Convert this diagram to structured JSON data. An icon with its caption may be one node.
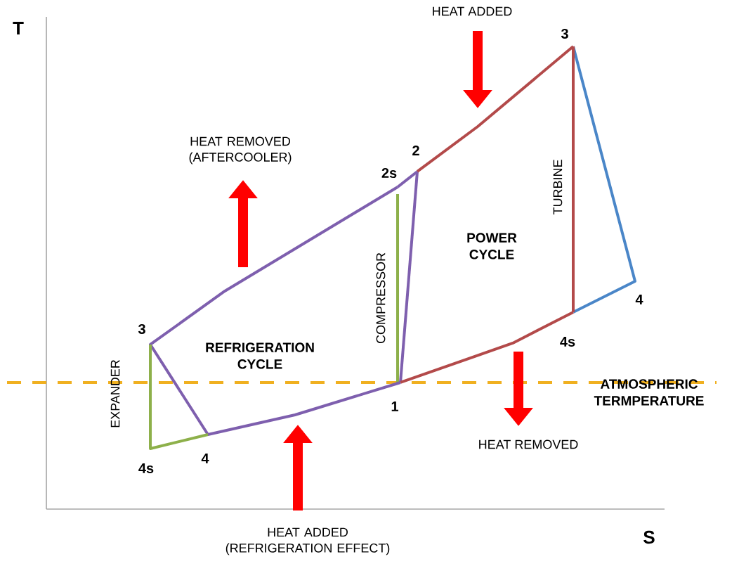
{
  "diagram": {
    "labels": [
      "T",
      "HEAT ADDED",
      "3",
      "HEAT REMOVED (AFTERCOOLER)",
      "2",
      "2s",
      "TURBINE",
      "POWER CYCLE",
      "COMPRESSOR",
      "4",
      "3",
      "REFRIGERATION CYCLE",
      "EXPANDER",
      "4s",
      "ATMOSPHERIC TERMPERATURE",
      "1",
      "HEAT REMOVED",
      "4s",
      "4",
      "HEAT ADDED (REFRIGERATION EFFECT)",
      "S"
    ]
  }
}
